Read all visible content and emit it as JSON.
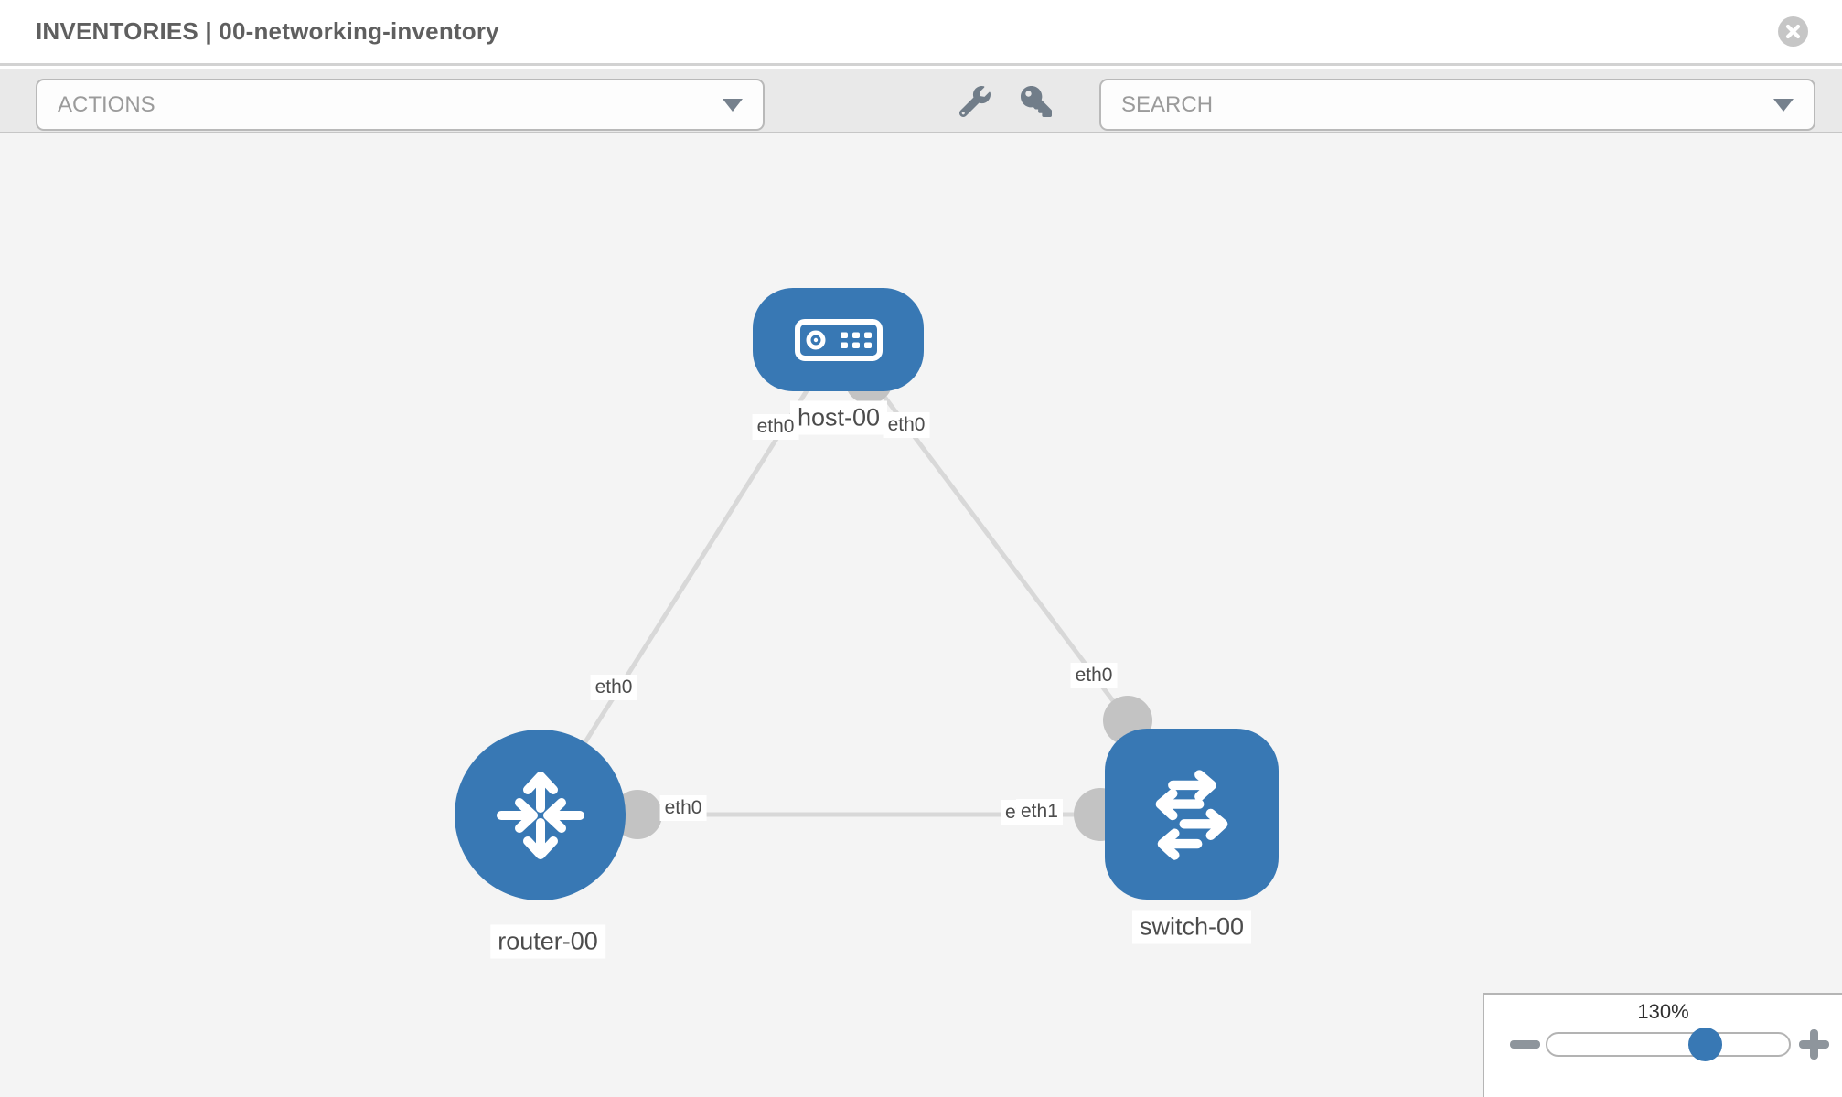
{
  "header": {
    "title": "INVENTORIES | 00-networking-inventory"
  },
  "toolbar": {
    "actions_label": "ACTIONS",
    "search_label": "SEARCH",
    "icons": [
      "wrench-icon",
      "key-icon"
    ]
  },
  "diagram": {
    "nodes": [
      {
        "id": "host-00",
        "type": "host",
        "label": "host-00"
      },
      {
        "id": "router-00",
        "type": "router",
        "label": "router-00"
      },
      {
        "id": "switch-00",
        "type": "switch",
        "label": "switch-00"
      }
    ],
    "links": [
      {
        "from": "host-00",
        "from_interface": "eth0",
        "to": "router-00",
        "to_interface": "eth0"
      },
      {
        "from": "host-00",
        "from_interface": "eth0",
        "to": "switch-00",
        "to_interface": "eth0"
      },
      {
        "from": "router-00",
        "from_interface": "eth0",
        "to": "switch-00",
        "to_interface": "eth1"
      }
    ],
    "overlap_under_label": "eth0",
    "colors": {
      "node_blue": "#3878b4",
      "link_gray": "#d8d8d8",
      "connector_gray": "#c3c3c3"
    }
  },
  "zoom_control": {
    "level": "130%"
  }
}
